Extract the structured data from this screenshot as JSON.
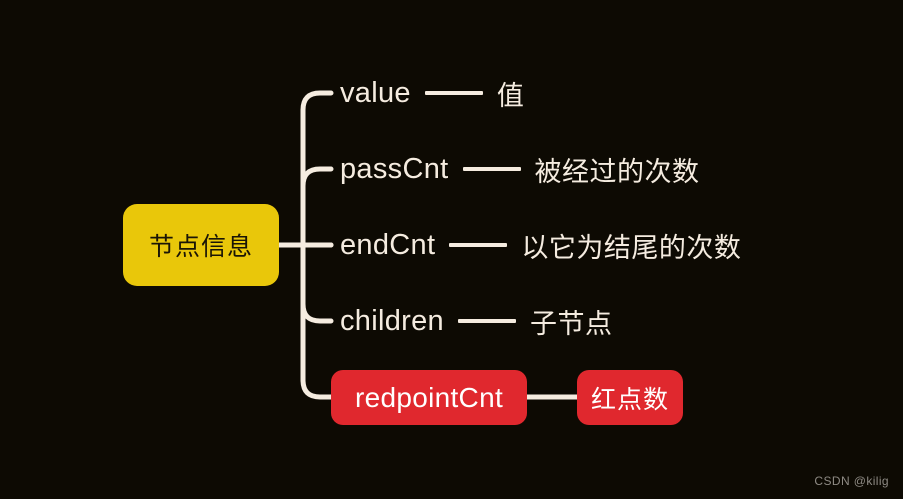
{
  "diagram": {
    "type": "mind-map",
    "background_color": "#0d0a03",
    "line_color": "#f5ece0",
    "root": {
      "label": "节点信息",
      "fill_color": "#e9c70a",
      "text_color": "#1a1506"
    },
    "branches": [
      {
        "key": "value",
        "separator": "——",
        "description": "值",
        "style": "text",
        "text_color": "#f5ece0"
      },
      {
        "key": "passCnt",
        "separator": "——",
        "description": "被经过的次数",
        "style": "text",
        "text_color": "#f5ece0"
      },
      {
        "key": "endCnt",
        "separator": "——",
        "description": "以它为结尾的次数",
        "style": "text",
        "text_color": "#f5ece0"
      },
      {
        "key": "children",
        "separator": "——",
        "description": "子节点",
        "style": "text",
        "text_color": "#f5ece0"
      },
      {
        "key": "redpointCnt",
        "separator": "——",
        "description": "红点数",
        "style": "boxed",
        "fill_color": "#e0282e",
        "text_color": "#ffffff"
      }
    ]
  },
  "watermark": {
    "text": "CSDN @kilig"
  }
}
